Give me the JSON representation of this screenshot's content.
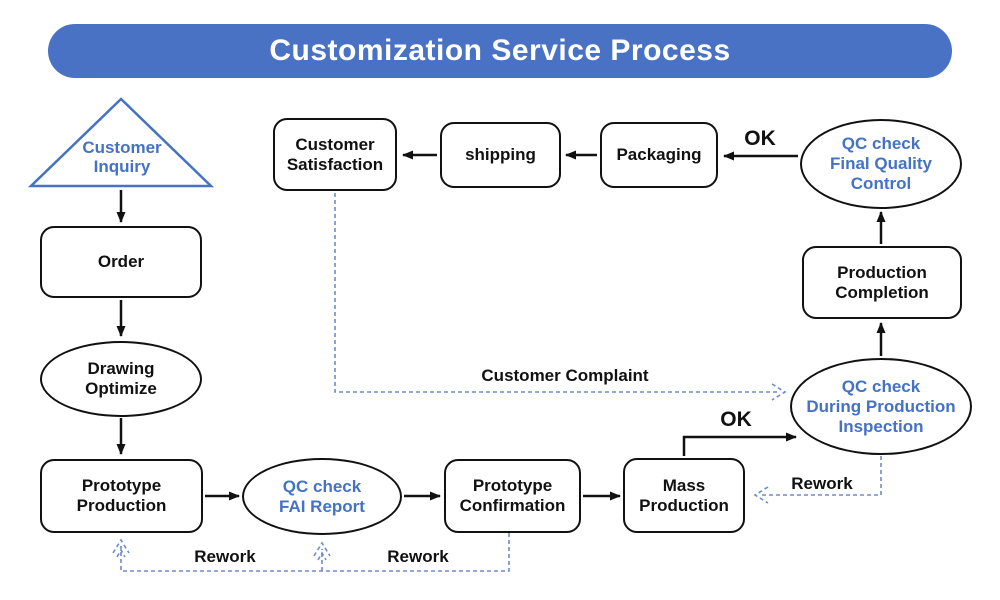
{
  "banner": {
    "title": "Customization Service Process"
  },
  "colors": {
    "banner_bg": "#4a72c4",
    "accent_blue": "#4472c4",
    "dashed_blue": "#6e8cc8",
    "line_black": "#111111",
    "node_border": "#111111",
    "background": "#ffffff"
  },
  "nodes": {
    "customer_inquiry": {
      "label": "Customer\nInquiry",
      "shape": "triangle"
    },
    "order": {
      "label": "Order",
      "shape": "rect"
    },
    "drawing_optimize": {
      "label": "Drawing\nOptimize",
      "shape": "ellipse"
    },
    "prototype_production": {
      "label": "Prototype\nProduction",
      "shape": "rect"
    },
    "qc_fai_report": {
      "label": "QC check\nFAI Report",
      "shape": "ellipse"
    },
    "prototype_confirmation": {
      "label": "Prototype\nConfirmation",
      "shape": "rect"
    },
    "mass_production": {
      "label": "Mass\nProduction",
      "shape": "rect"
    },
    "qc_during_production": {
      "label": "QC check\nDuring Production\nInspection",
      "shape": "ellipse"
    },
    "production_completion": {
      "label": "Production\nCompletion",
      "shape": "rect"
    },
    "qc_final_quality": {
      "label": "QC check\nFinal Quality\nControl",
      "shape": "ellipse"
    },
    "packaging": {
      "label": "Packaging",
      "shape": "rect"
    },
    "shipping": {
      "label": "shipping",
      "shape": "rect"
    },
    "customer_satisfaction": {
      "label": "Customer\nSatisfaction",
      "shape": "rect"
    }
  },
  "edge_labels": {
    "ok_final": "OK",
    "ok_mass": "OK",
    "customer_complaint": "Customer Complaint",
    "rework_right": "Rework",
    "rework_left": "Rework",
    "rework_mid": "Rework"
  }
}
